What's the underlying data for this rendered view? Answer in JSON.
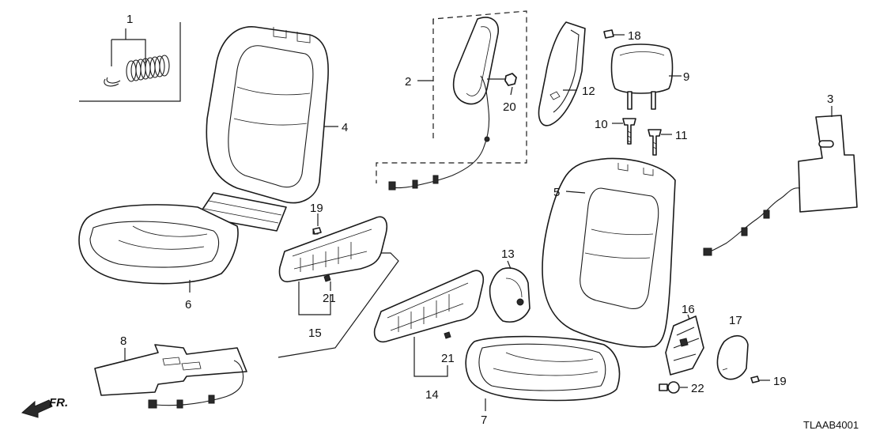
{
  "diagram": {
    "callouts": {
      "c1": "1",
      "c2": "2",
      "c3": "3",
      "c4": "4",
      "c5": "5",
      "c6": "6",
      "c7": "7",
      "c8": "8",
      "c9": "9",
      "c10": "10",
      "c11": "11",
      "c12": "12",
      "c13": "13",
      "c14": "14",
      "c15": "15",
      "c16": "16",
      "c17": "17",
      "c18": "18",
      "c19a": "19",
      "c19b": "19",
      "c20": "20",
      "c21a": "21",
      "c21b": "21",
      "c22": "22"
    },
    "direction_label": "FR.",
    "diagram_code": "TLAAB4001"
  }
}
